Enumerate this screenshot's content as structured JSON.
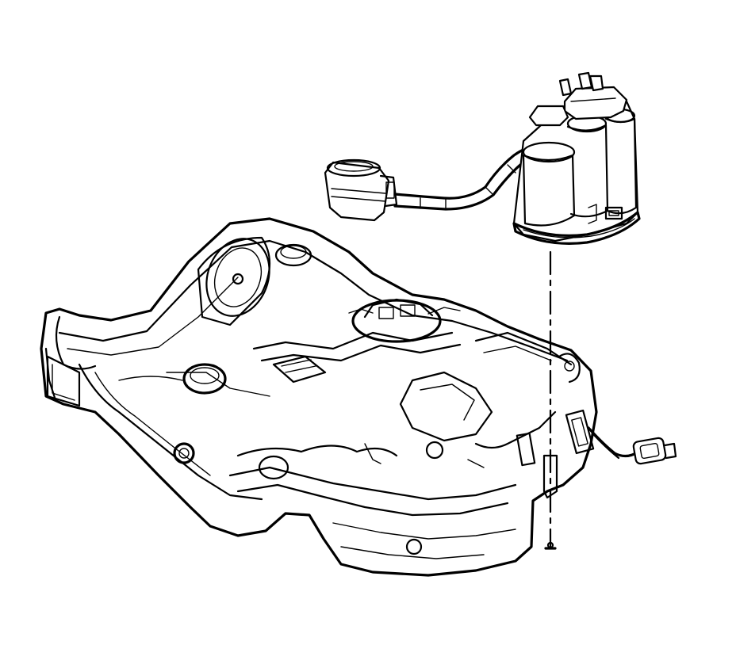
{
  "diagram": {
    "components": [
      {
        "id": "fuel-tank",
        "icon": "fuel-tank-illustration"
      },
      {
        "id": "evap-canister",
        "icon": "evap-canister-illustration"
      },
      {
        "id": "vent-solenoid",
        "icon": "vent-solenoid-illustration"
      },
      {
        "id": "vent-hose",
        "icon": "hose-illustration"
      },
      {
        "id": "wiring-connector",
        "icon": "electrical-connector-illustration"
      },
      {
        "id": "mounting-bolt",
        "icon": "bolt-illustration"
      }
    ],
    "colors": {
      "ink": "#000000",
      "background": "#ffffff"
    }
  }
}
